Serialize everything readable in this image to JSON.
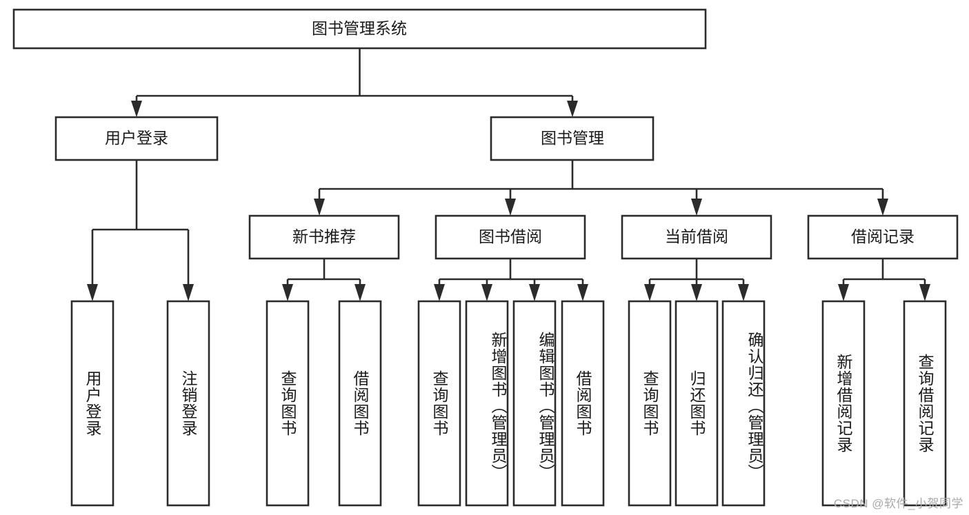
{
  "diagram": {
    "type": "tree",
    "title_node": {
      "label": "图书管理系统"
    },
    "level2": [
      {
        "id": "user-login",
        "label": "用户登录"
      },
      {
        "id": "book-management",
        "label": "图书管理"
      }
    ],
    "level3": [
      {
        "id": "new-book-recommend",
        "label": "新书推荐"
      },
      {
        "id": "book-borrow",
        "label": "图书借阅"
      },
      {
        "id": "current-borrow",
        "label": "当前借阅"
      },
      {
        "id": "borrow-record",
        "label": "借阅记录"
      }
    ],
    "leaves": {
      "user_login": [
        {
          "id": "leaf-user-login",
          "label": "用户登录"
        },
        {
          "id": "leaf-logout-login",
          "label": "注销登录"
        }
      ],
      "new_book_recommend": [
        {
          "id": "leaf-query-book-1",
          "label": "查询图书"
        },
        {
          "id": "leaf-borrow-book-1",
          "label": "借阅图书"
        }
      ],
      "book_borrow": [
        {
          "id": "leaf-query-book-2",
          "label": "查询图书"
        },
        {
          "id": "leaf-add-book",
          "label": "新增图书（管理员）"
        },
        {
          "id": "leaf-edit-book",
          "label": "编辑图书（管理员）"
        },
        {
          "id": "leaf-borrow-book-2",
          "label": "借阅图书"
        }
      ],
      "current_borrow": [
        {
          "id": "leaf-query-book-3",
          "label": "查询图书"
        },
        {
          "id": "leaf-return-book",
          "label": "归还图书"
        },
        {
          "id": "leaf-confirm-return",
          "label": "确认归还（管理员）"
        }
      ],
      "borrow_record": [
        {
          "id": "leaf-add-record",
          "label": "新增借阅记录"
        },
        {
          "id": "leaf-query-record",
          "label": "查询借阅记录"
        }
      ]
    },
    "watermark": "CSDN @软件_小贺同学",
    "colors": {
      "stroke": "#2b2b2b",
      "fill": "#ffffff",
      "text": "#1a1a1a",
      "watermark": "#a9a9a9",
      "background": "#ffffff"
    }
  }
}
